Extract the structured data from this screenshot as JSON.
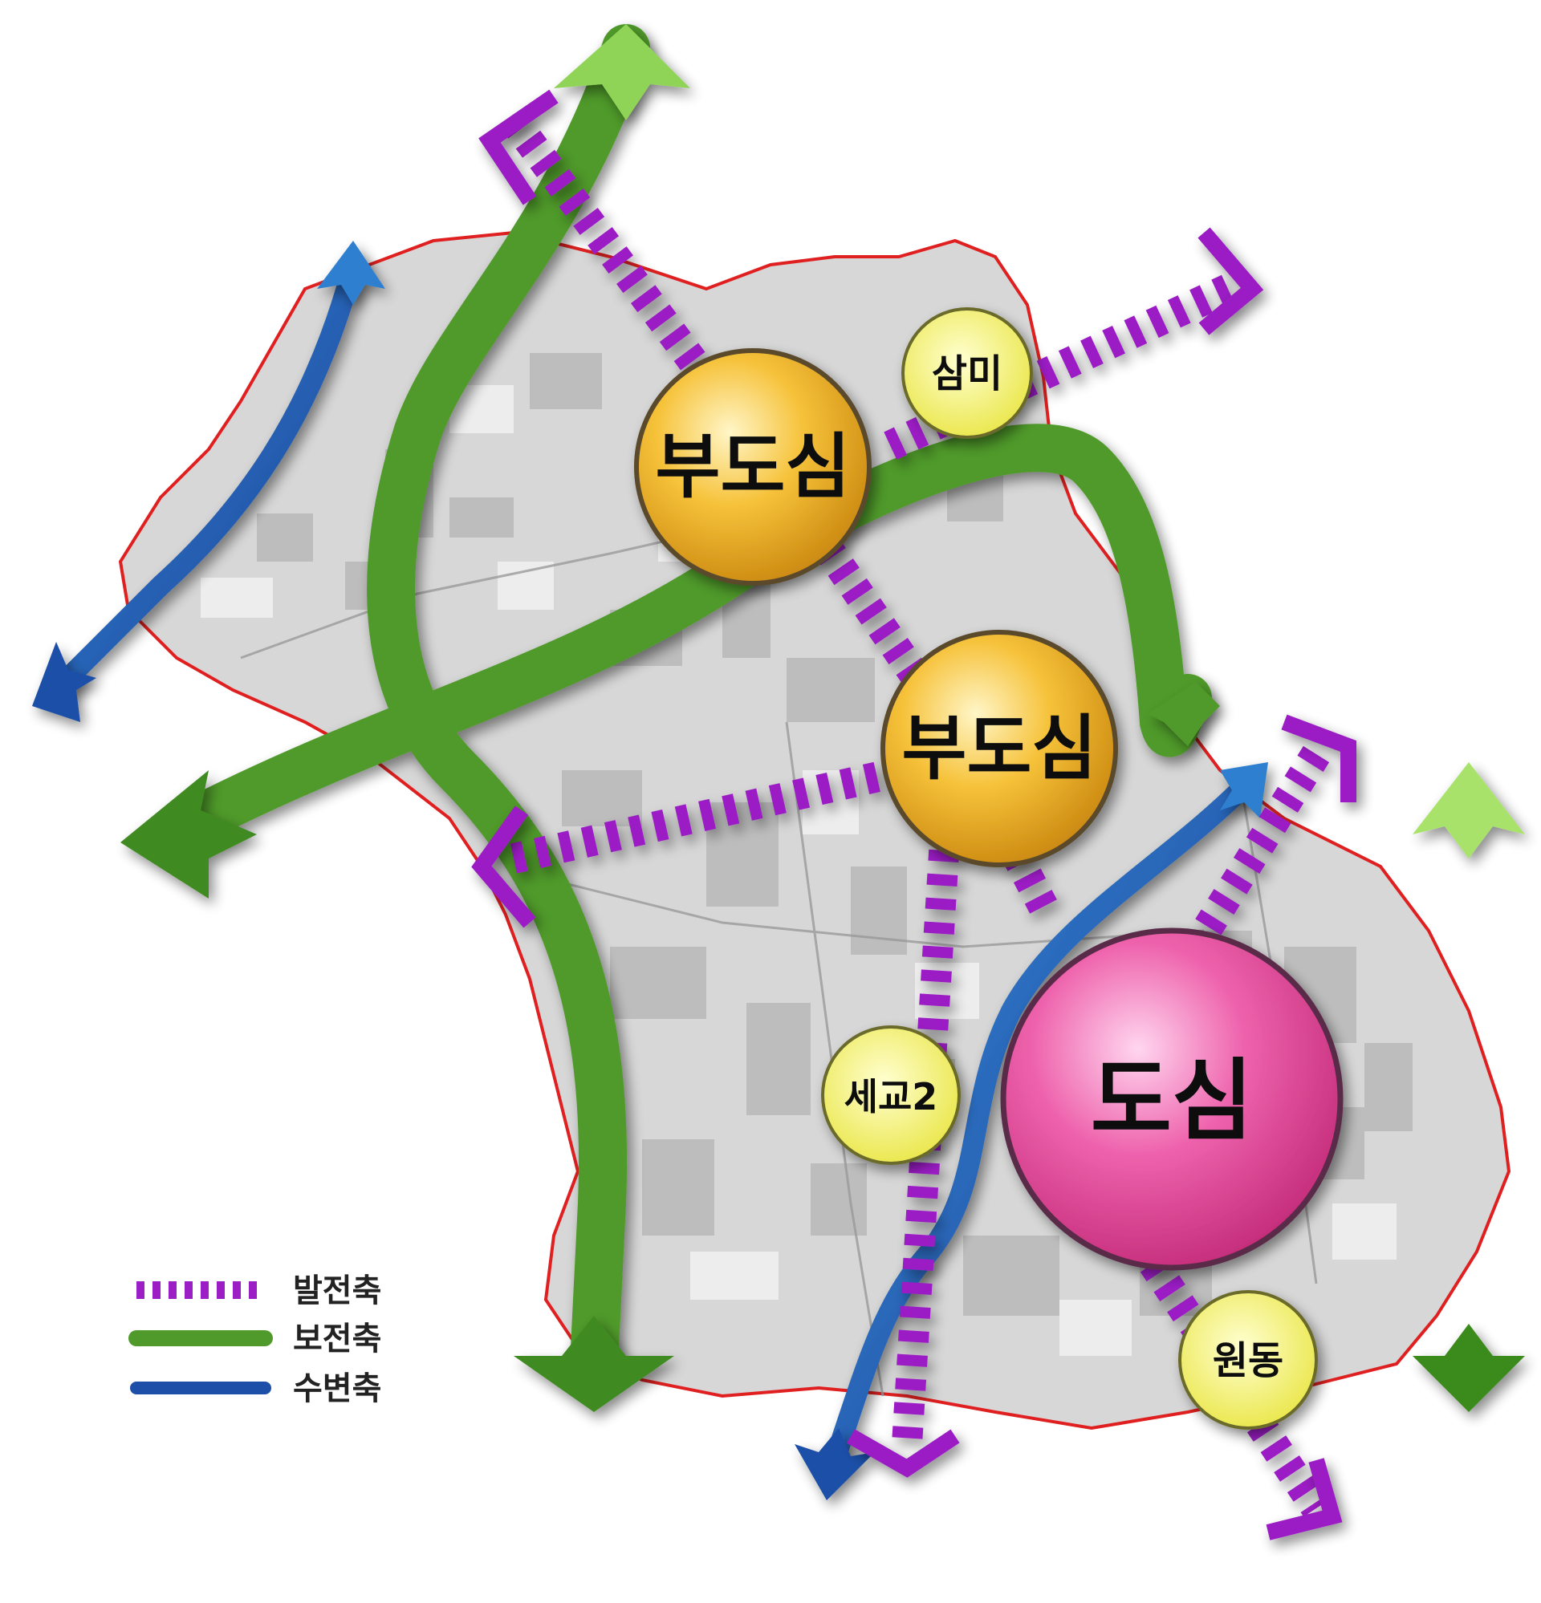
{
  "map": {
    "centers": {
      "main": "도심",
      "sub1": "부도심",
      "sub2": "부도심"
    },
    "local_centers": {
      "sammi": "삼미",
      "segyo2": "세교2",
      "wondong": "원동"
    },
    "legend": [
      {
        "label": "발전축",
        "style": "dashed",
        "color": "#9b1fc4"
      },
      {
        "label": "보전축",
        "style": "solid",
        "color": "#4f9a2a"
      },
      {
        "label": "수변축",
        "style": "solid",
        "color": "#1d4fa8"
      }
    ],
    "colors": {
      "boundary": "#e02020",
      "development_axis": "#9b1fc4",
      "conservation_axis": "#4f9a2a",
      "waterfront_axis": "#1d4fa8",
      "main_center": "#e8559e",
      "sub_center": "#f0b020",
      "local_center": "#f4f26a"
    },
    "icons": [
      "development-axis-arrow",
      "conservation-axis-arrow",
      "waterfront-axis-arrow"
    ]
  }
}
